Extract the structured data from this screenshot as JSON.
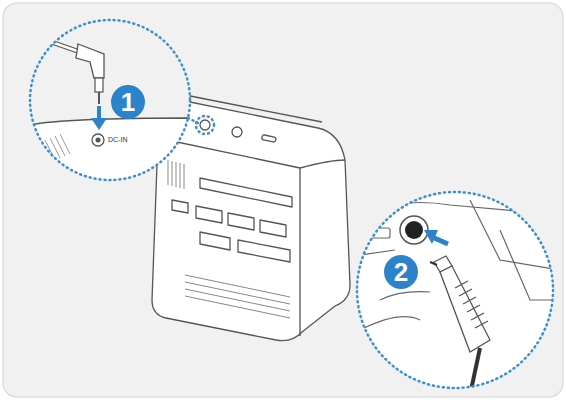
{
  "diagram": {
    "labels": [
      "1",
      "2",
      "DC-IN"
    ]
  }
}
